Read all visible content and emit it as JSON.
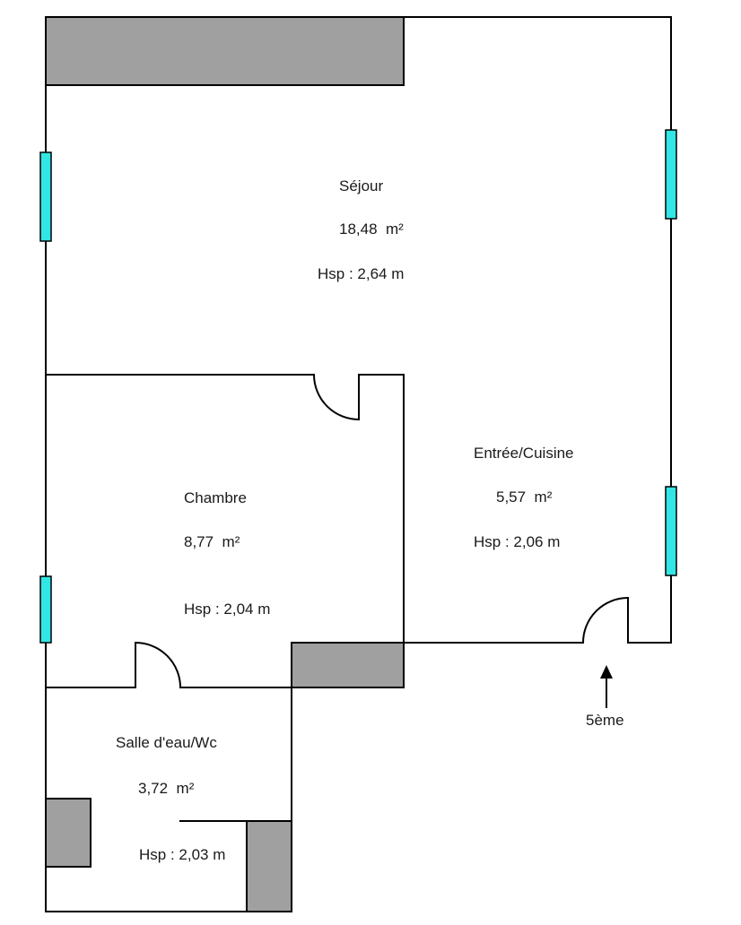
{
  "rooms": {
    "sejour": {
      "name": "Séjour",
      "area": "18,48  m²",
      "height": "Hsp : 2,64 m"
    },
    "entree_cuisine": {
      "name": "Entrée/Cuisine",
      "area": "5,57  m²",
      "height": "Hsp : 2,06 m"
    },
    "chambre": {
      "name": "Chambre",
      "area": "8,77  m²",
      "height": "Hsp : 2,04 m"
    },
    "salle_eau_wc": {
      "name": "Salle d'eau/Wc",
      "area": "3,72  m²",
      "height": "Hsp : 2,03 m"
    }
  },
  "entrance": {
    "label": "5ème"
  },
  "colors": {
    "wall": "#000000",
    "window": "#33e6e6",
    "block": "#a0a0a0",
    "background": "#ffffff"
  }
}
